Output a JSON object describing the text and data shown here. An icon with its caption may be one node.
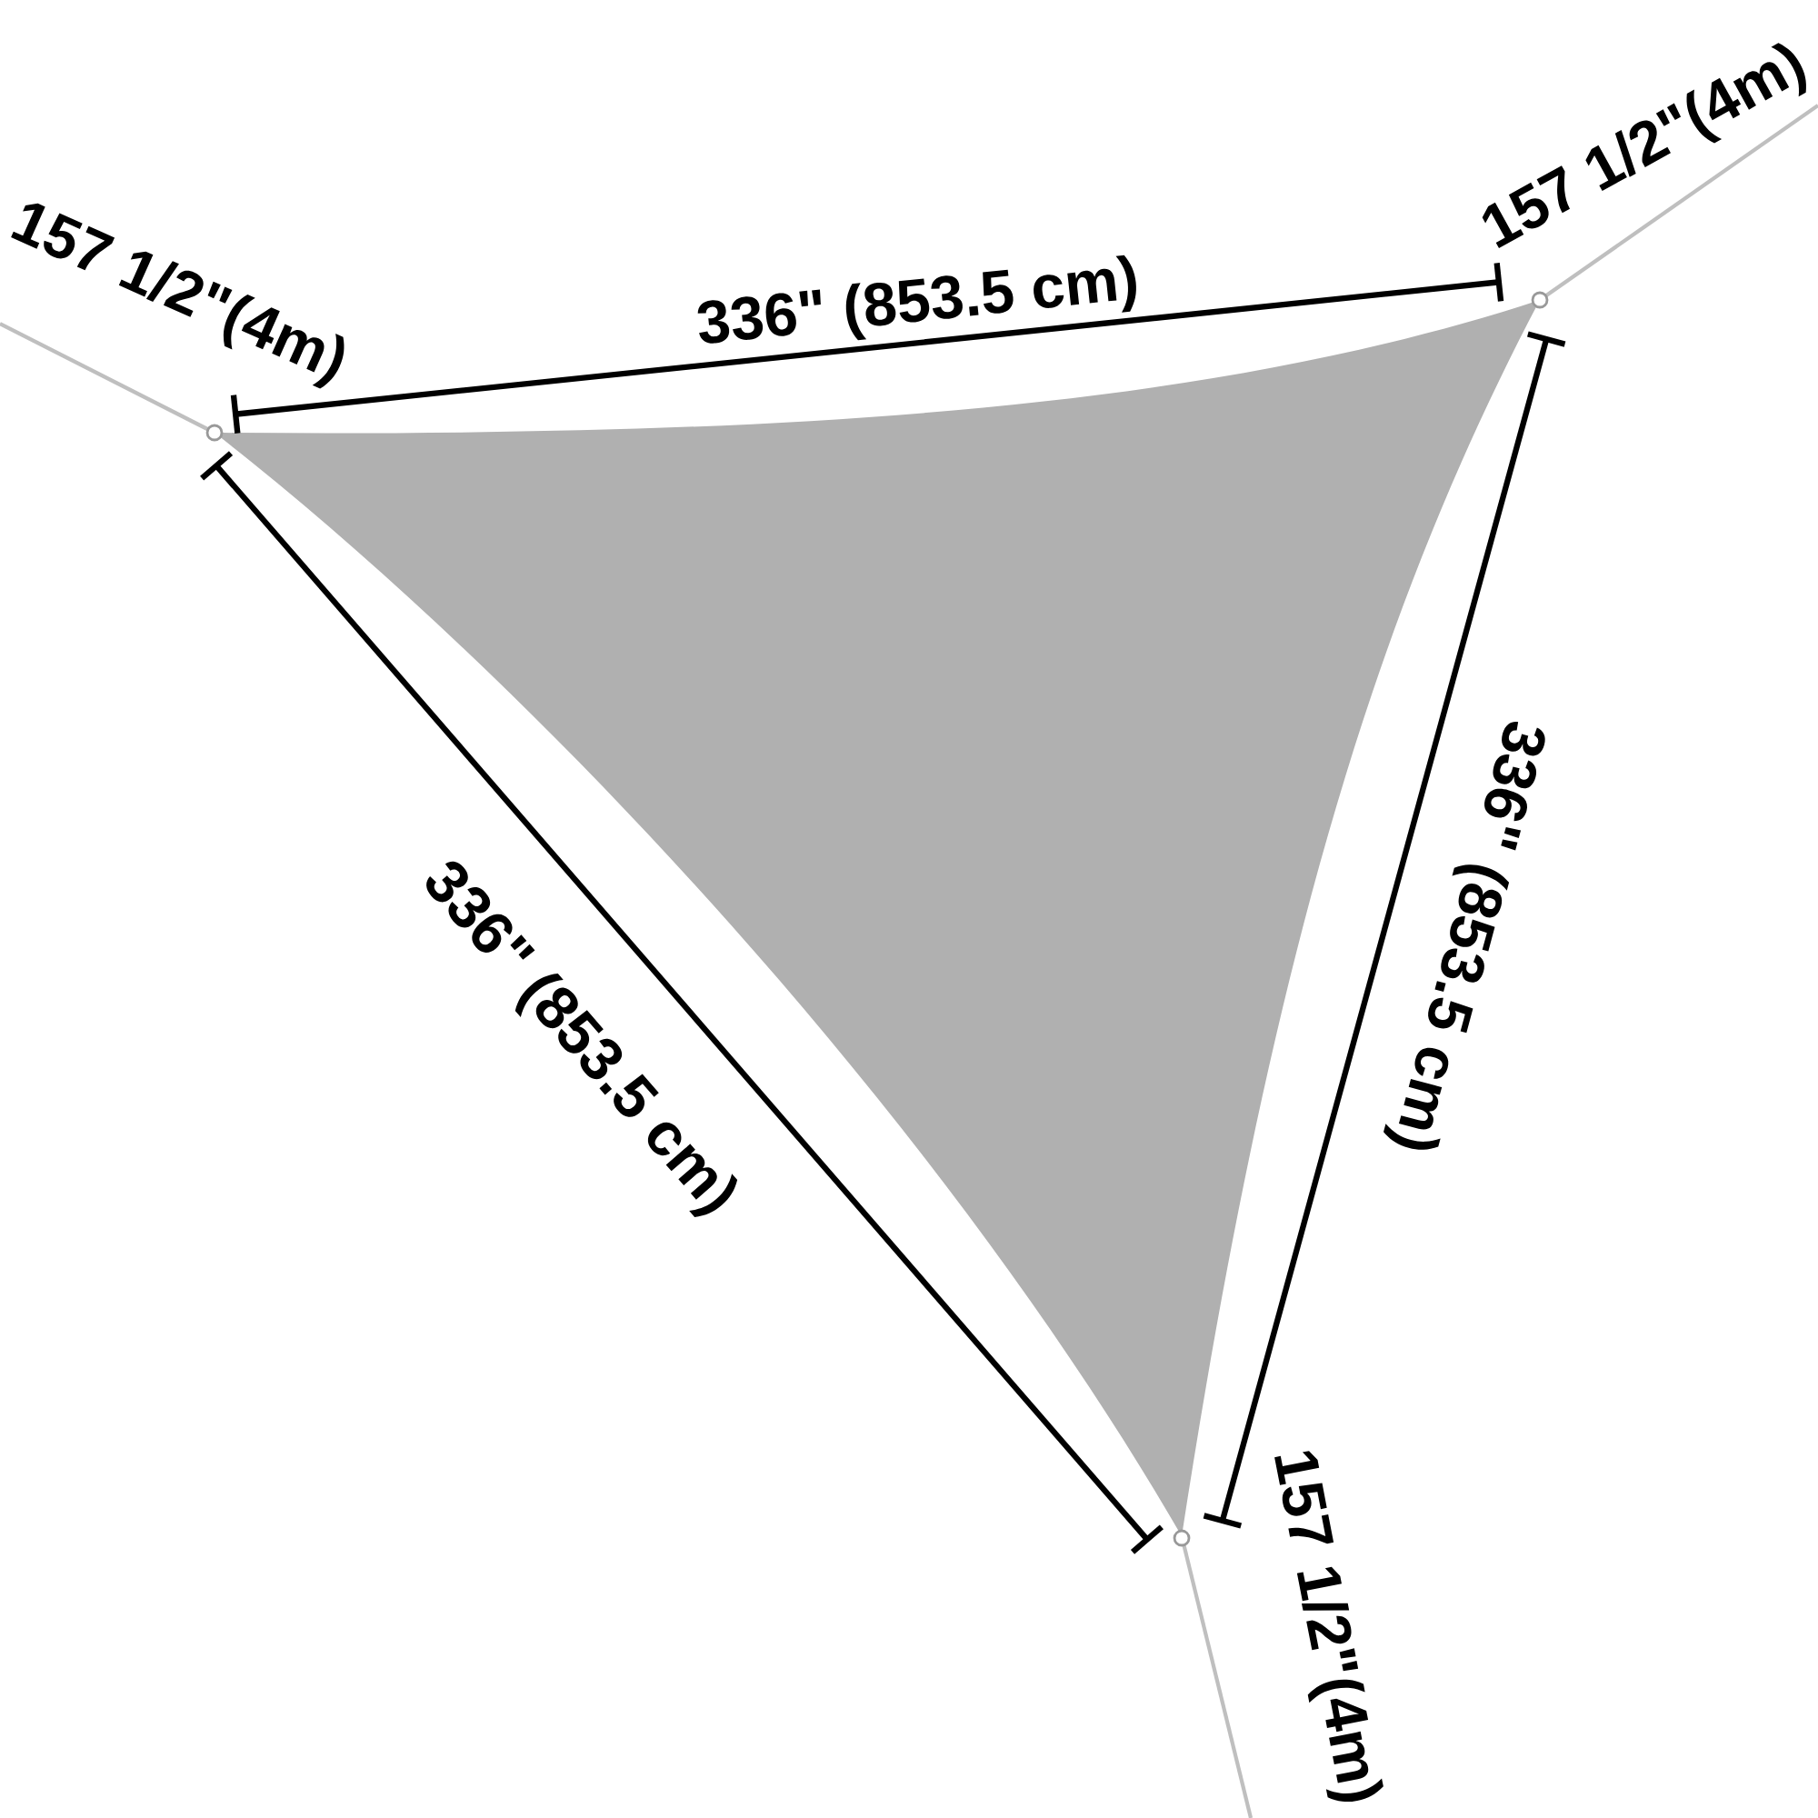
{
  "diagram": {
    "labels": [
      "157 1/2\"(4m)",
      "336\" (853.5 cm)",
      "157 1/2\"(4m)",
      "336\" (853.5 cm)",
      "336\" (853.5 cm)",
      "157 1/2\"(4m)"
    ]
  }
}
